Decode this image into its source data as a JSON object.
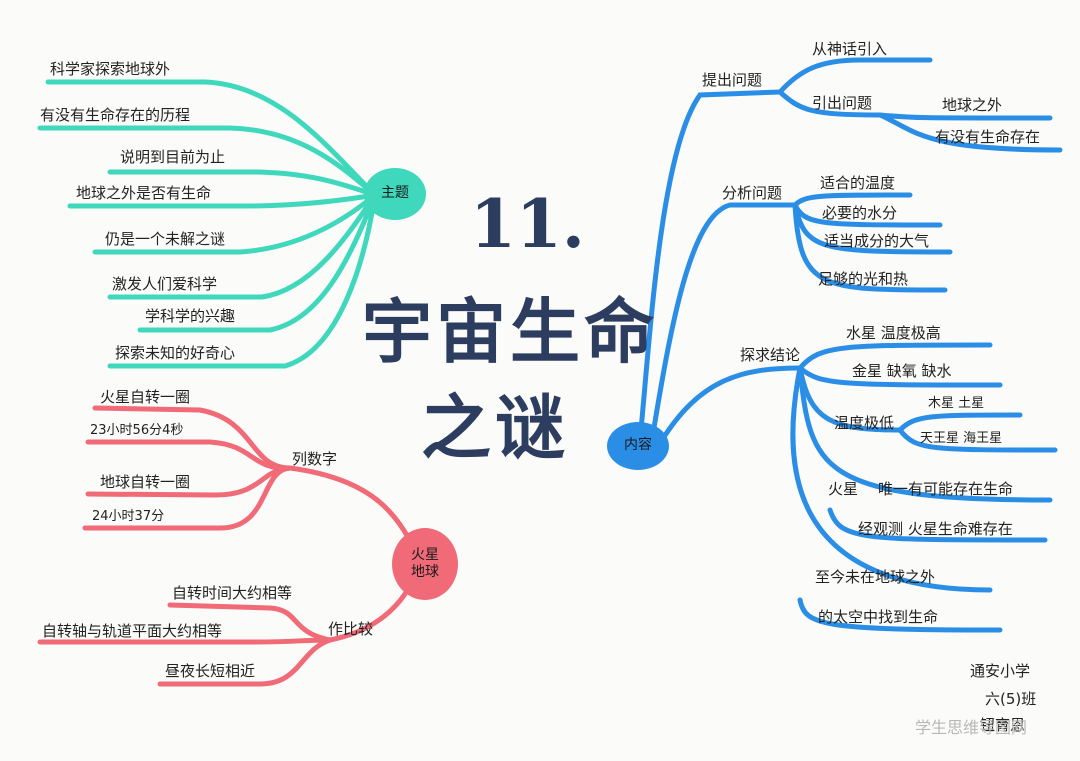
{
  "title": {
    "number": "11.",
    "line1": "宇宙生命",
    "line2": "之谜"
  },
  "colors": {
    "teal": "#3fd8bd",
    "blue": "#2b8ee6",
    "red": "#f06a78",
    "title": "#2d3d60"
  },
  "theme": {
    "label": "主题",
    "items": [
      "科学家探索地球外",
      "有没有生命存在的历程",
      "说明到目前为止",
      "地球之外是否有生命",
      "仍是一个未解之谜",
      "激发人们爱科学",
      "学科学的兴趣",
      "探索未知的好奇心"
    ]
  },
  "mars": {
    "label_line1": "火星",
    "label_line2": "地球",
    "list_numbers": {
      "label": "列数字",
      "items": [
        "火星自转一圈",
        "23小时56分4秒",
        "地球自转一圈",
        "24小时37分"
      ]
    },
    "compare": {
      "label": "作比较",
      "items": [
        "自转时间大约相等",
        "自转轴与轨道平面大约相等",
        "昼夜长短相近"
      ]
    }
  },
  "content": {
    "label": "内容",
    "question": {
      "label": "提出问题",
      "from_myth": "从神话引入",
      "raise": "引出问题",
      "raise_items": [
        "地球之外",
        "有没有生命存在"
      ]
    },
    "analyze": {
      "label": "分析问题",
      "items": [
        "适合的温度",
        "必要的水分",
        "适当成分的大气",
        "足够的光和热"
      ]
    },
    "result": {
      "label": "探求结论",
      "mercury": "水星  温度极高",
      "venus": "金星  缺氧  缺水",
      "cold": "温度极低",
      "cold_items": [
        "木星  土星",
        "天王星  海王星"
      ],
      "mars": "火星",
      "mars_items": [
        "唯一有可能存在生命",
        "经观测  火星生命难存在"
      ],
      "final": [
        "至今未在地球之外",
        "的太空中找到生命"
      ]
    }
  },
  "signature": [
    "通安小学",
    "六(5)班",
    "钮育恩"
  ],
  "watermark": "学生思维导图网"
}
